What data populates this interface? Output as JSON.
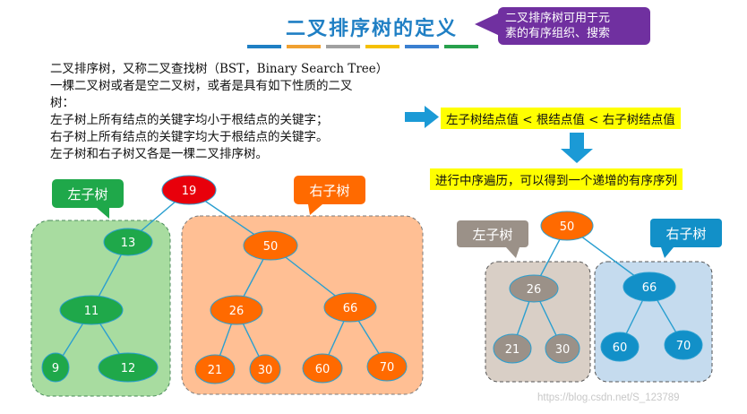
{
  "title": "二叉排序树的定义",
  "title_bar_colors": [
    "#1f7fc4",
    "#f0a030",
    "#a0a0a0",
    "#f5c000",
    "#3a7fd0",
    "#27a04c"
  ],
  "callout": {
    "line1": "二叉排序树可用于元",
    "line2": "素的有序组织、搜索",
    "color": "#7030a0"
  },
  "description": [
    "二叉排序树，又称二叉查找树（BST，Binary Search Tree）",
    "一棵二叉树或者是空二叉树，或者是具有如下性质的二叉",
    "树：",
    "左子树上所有结点的关键字均小于根结点的关键字；",
    "右子树上所有结点的关键字均大于根结点的关键字。",
    "左子树和右子树又各是一棵二叉排序树。"
  ],
  "rule_highlight": "左子树结点值 < 根结点值 < 右子树结点值",
  "inorder_highlight": "进行中序遍历，可以得到一个递增的有序序列",
  "left_tree": {
    "left_label": "左子树",
    "right_label": "右子树",
    "root": "19",
    "left_nodes": [
      "13",
      "11",
      "9",
      "12"
    ],
    "right_nodes": [
      "50",
      "26",
      "66",
      "21",
      "30",
      "60",
      "70"
    ]
  },
  "right_tree": {
    "left_label": "左子树",
    "right_label": "右子树",
    "root": "50",
    "left_nodes": [
      "26",
      "21",
      "30"
    ],
    "right_nodes": [
      "66",
      "60",
      "70"
    ]
  },
  "colors": {
    "green_node": "#1fa84a",
    "green_bg": "#a8dca0",
    "orange_node": "#ff6a00",
    "orange_bg": "#ffbf94",
    "red_root": "#e8000b",
    "gray_node": "#9b9188",
    "gray_bg": "#d9cfc6",
    "blue_node": "#1290c8",
    "blue_bg": "#c5dbee",
    "arrow_blue": "#1b9ad6",
    "highlight": "#ffff00"
  },
  "watermark": "https://blog.csdn.net/S_123789"
}
